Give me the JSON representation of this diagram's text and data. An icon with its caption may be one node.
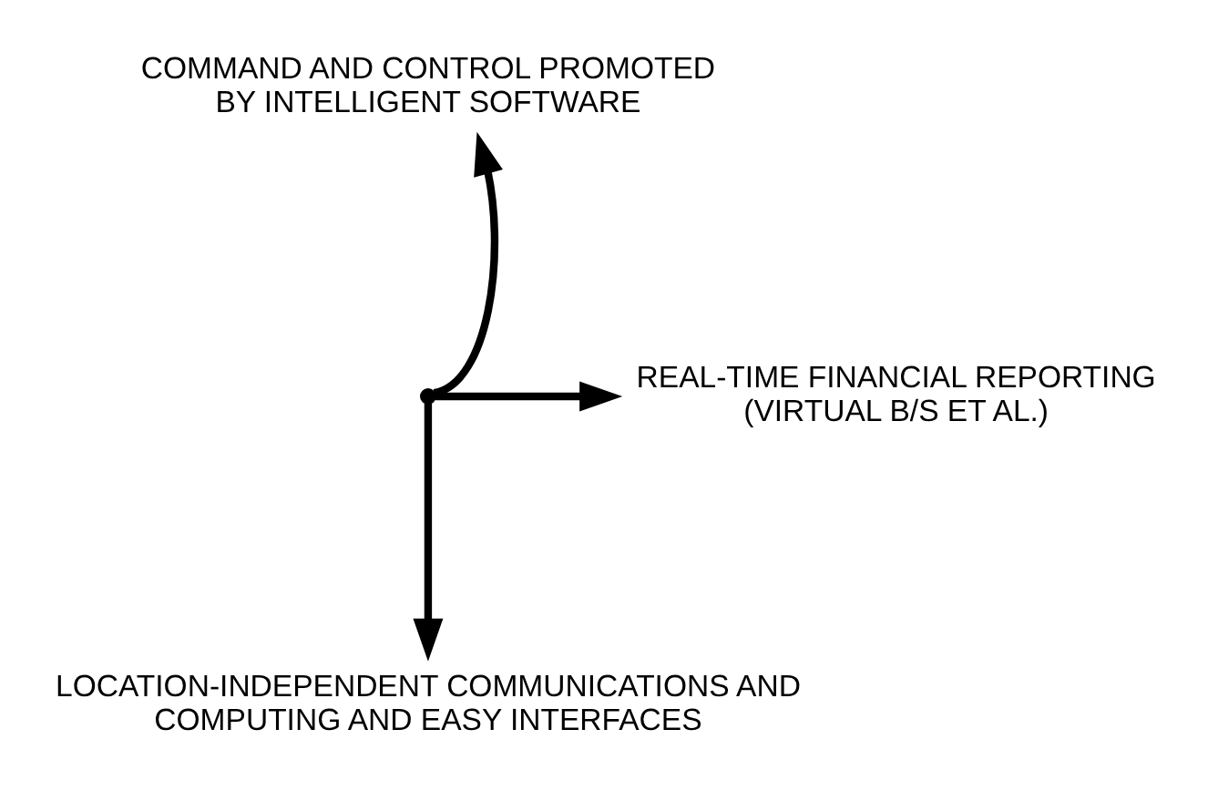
{
  "diagram": {
    "nodes": [
      {
        "text": [
          "COMMAND AND CONTROL PROMOTED BY INTELLIGENT SOFTWARE"
        ]
      },
      {
        "text": [
          "REAL-TIME FINANCIAL REPORTING (VIRTUAL B/S ET AL.)"
        ]
      },
      {
        "text": [
          "LOCATION-INDEPENDENT COMMUNICATIONS AND COMPUTING AND EASY INTERFACES"
        ]
      },
      {
        "text": [],
        "shape": "point"
      }
    ],
    "edges": [
      {
        "from": 3,
        "to": 0,
        "arrow": "to"
      },
      {
        "from": 3,
        "to": 1,
        "arrow": "to"
      },
      {
        "from": 3,
        "to": 2,
        "arrow": "to"
      }
    ]
  }
}
